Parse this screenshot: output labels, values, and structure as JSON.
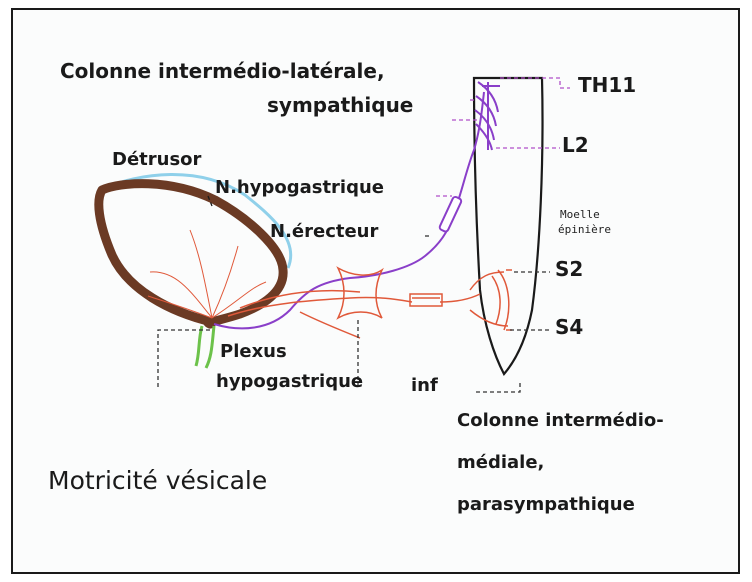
{
  "labels": {
    "colonne_laterale_1": "Colonne intermédio-latérale,",
    "colonne_laterale_2": "sympathique",
    "th11": "TH11",
    "l2": "L2",
    "detrusor": "Détrusor",
    "n_hypogastrique": "N.hypogastrique",
    "n_erecteur": "N.érecteur",
    "moelle_1": "Moelle",
    "moelle_2": "épinière",
    "s2": "S2",
    "s4": "S4",
    "plexus_1": "Plexus",
    "plexus_2": "hypogastrique",
    "inf": "inf",
    "colonne_mediale_1": "Colonne intermédio-",
    "colonne_mediale_2": "médiale,",
    "colonne_mediale_3": "parasympathique",
    "title": "Motricité vésicale"
  },
  "colors": {
    "bladder": "#6b3a24",
    "sympathetic": "#8a3fc9",
    "parasympathetic": "#e0593a",
    "detrusor_outline": "#8fd0ea",
    "urethra": "#6cc24a",
    "leader_purple": "#b04fc8",
    "leader_dark": "#333333"
  }
}
